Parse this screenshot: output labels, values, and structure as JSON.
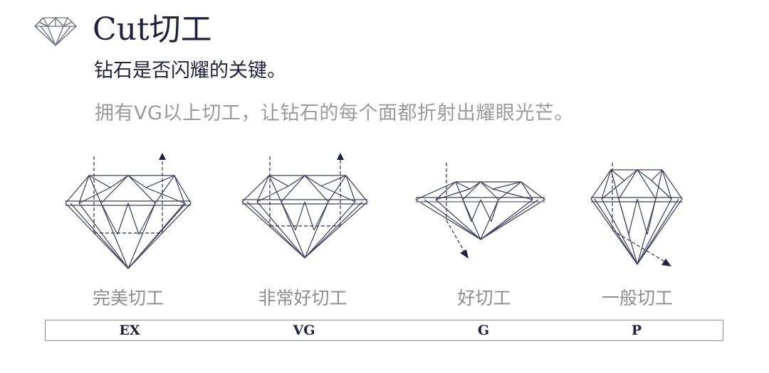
{
  "header": {
    "logo_icon": "diamond-icon",
    "title": "Cut切工",
    "subtitle": "钻石是否闪耀的关键。",
    "description": "拥有VG以上切工，让钻石的每个面都折射出耀眼光芒。"
  },
  "cuts": [
    {
      "label": "完美切工",
      "grade": "EX",
      "light": "returns-up"
    },
    {
      "label": "非常好切工",
      "grade": "VG",
      "light": "returns-up"
    },
    {
      "label": "好切工",
      "grade": "G",
      "light": "leaks-bottom-side"
    },
    {
      "label": "一般切工",
      "grade": "P",
      "light": "leaks-bottom-side"
    }
  ],
  "colors": {
    "line": "#3a3d5c",
    "title": "#1f2140",
    "muted_text": "#9a9a9c",
    "bar_border": "#8a8a8e"
  }
}
